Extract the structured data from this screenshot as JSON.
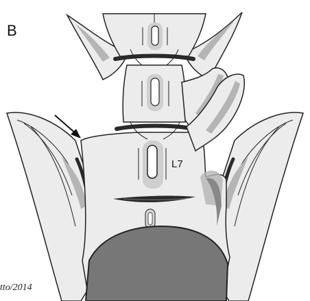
{
  "figure": {
    "panel_letter": "B",
    "vertebra_label": "L7",
    "signature": "tto/2014",
    "colors": {
      "bone": "#ececec",
      "outline": "#222222",
      "cortex_dark": "#2a2a2a",
      "pelvis_fill": "#777777",
      "gray_band": "#b5b5b5",
      "canal": "#cfcfcf"
    }
  }
}
